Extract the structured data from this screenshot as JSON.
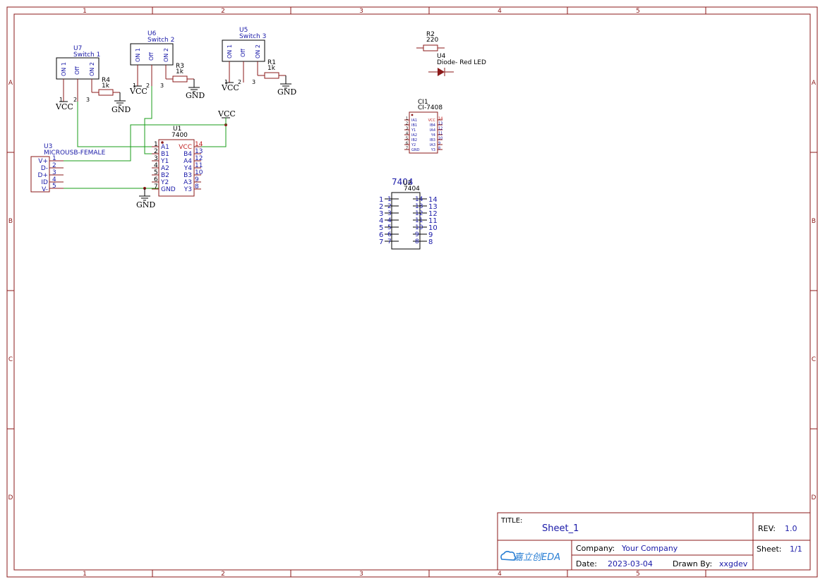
{
  "sheet": {
    "grid_top": [
      "1",
      "2",
      "3",
      "4",
      "5"
    ],
    "grid_bottom": [
      "1",
      "2",
      "3",
      "4",
      "5"
    ],
    "grid_left": [
      "A",
      "B",
      "C",
      "D"
    ],
    "grid_right": [
      "A",
      "B",
      "C",
      "D"
    ]
  },
  "colors": {
    "frame": "#8b1a1a",
    "wire": "#1a9e1a",
    "pin": "#8b1a1a",
    "label": "#1a1aa8",
    "text": "#000000",
    "red": "#c02020"
  },
  "components": {
    "u7": {
      "ref": "U7",
      "value": "Switch 1",
      "pins": [
        "ON 1",
        "Off",
        "ON 2"
      ],
      "pin_nums": [
        "1",
        "2",
        "3"
      ]
    },
    "u6": {
      "ref": "U6",
      "value": "Switch 2",
      "pins": [
        "ON 1",
        "Off",
        "ON 2"
      ],
      "pin_nums": [
        "1",
        "2",
        "3"
      ]
    },
    "u5": {
      "ref": "U5",
      "value": "Switch 3",
      "pins": [
        "ON 1",
        "Off",
        "ON 2"
      ],
      "pin_nums": [
        "1",
        "2",
        "3"
      ]
    },
    "r4": {
      "ref": "R4",
      "value": "1k"
    },
    "r3": {
      "ref": "R3",
      "value": "1k"
    },
    "r1": {
      "ref": "R1",
      "value": "1k"
    },
    "r2": {
      "ref": "R2",
      "value": "220"
    },
    "u4": {
      "ref": "U4",
      "value": "Diode- Red LED"
    },
    "u3": {
      "ref": "U3",
      "value": "MICROUSB-FEMALE",
      "pins": [
        "V+",
        "D-",
        "D+",
        "ID",
        "V-"
      ],
      "pin_nums": [
        "1",
        "2",
        "3",
        "4",
        "5"
      ]
    },
    "u1": {
      "ref": "U1",
      "value": "7400",
      "left_pins": [
        "A1",
        "B1",
        "Y1",
        "A2",
        "B2",
        "Y2",
        "GND"
      ],
      "left_nums": [
        "1",
        "2",
        "3",
        "4",
        "5",
        "6",
        "7"
      ],
      "right_pins": [
        "VCC",
        "B4",
        "A4",
        "Y4",
        "B3",
        "A3",
        "Y3"
      ],
      "right_nums": [
        "14",
        "13",
        "12",
        "11",
        "10",
        "9",
        "8"
      ]
    },
    "ci1": {
      "ref": "CI1",
      "value": "CI-7408",
      "left_pins": [
        "IA1",
        "IB1",
        "Y1",
        "IA2",
        "IB2",
        "Y2",
        "GND"
      ],
      "left_nums": [
        "1",
        "2",
        "3",
        "4",
        "5",
        "6",
        "7"
      ],
      "right_pins": [
        "VCC",
        "IB4",
        "IA4",
        "Y4",
        "IB3",
        "IA3",
        "Y3"
      ],
      "right_nums": [
        "14",
        "13",
        "12",
        "11",
        "10",
        "9",
        "8"
      ]
    },
    "u2": {
      "ref": "U2",
      "value": "7404",
      "big_label": "7404",
      "left_nums": [
        "1",
        "2",
        "3",
        "4",
        "5",
        "6",
        "7"
      ],
      "right_nums": [
        "14",
        "13",
        "12",
        "11",
        "10",
        "9",
        "8"
      ]
    }
  },
  "power": {
    "vcc": "VCC",
    "gnd": "GND"
  },
  "title_block": {
    "title_label": "TITLE:",
    "title": "Sheet_1",
    "rev_label": "REV:",
    "rev": "1.0",
    "logo": "嘉立创EDA",
    "company_label": "Company:",
    "company": "Your Company",
    "sheet_label": "Sheet:",
    "sheet": "1/1",
    "date_label": "Date:",
    "date": "2023-03-04",
    "drawn_label": "Drawn By:",
    "drawn": "xxgdev"
  }
}
